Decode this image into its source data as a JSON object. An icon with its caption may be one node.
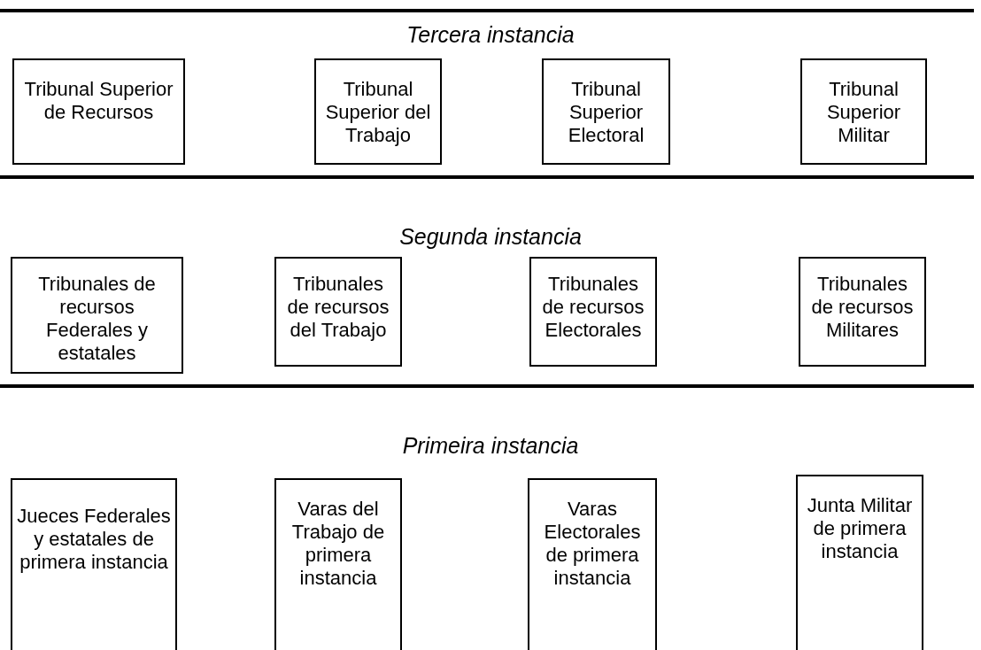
{
  "diagram": {
    "nodes": [
      {
        "text": [
          "Tribunal Superior de Recursos"
        ]
      },
      {
        "text": [
          "Tribunal Superior del Trabajo"
        ]
      },
      {
        "text": [
          "Tribunal Superior Electoral"
        ]
      },
      {
        "text": [
          "Tribunal Superior Militar"
        ]
      },
      {
        "text": [
          "Tribunales de recursos Federales y estatales"
        ]
      },
      {
        "text": [
          "Tribunales de recursos del Trabajo"
        ]
      },
      {
        "text": [
          "Tribunales de recursos Electorales"
        ]
      },
      {
        "text": [
          "Tribunales de recursos Militares"
        ]
      },
      {
        "text": [
          "Jueces Federales y estatales de primera instancia"
        ]
      },
      {
        "text": [
          "Varas del Trabajo de primera instancia"
        ]
      },
      {
        "text": [
          "Varas Electorales de primera instancia"
        ]
      },
      {
        "text": [
          "Junta Militar de primera instancia"
        ]
      }
    ],
    "edges": [],
    "labels": [
      "Tercera instancia",
      "Segunda instancia",
      "Primeira instancia"
    ]
  }
}
